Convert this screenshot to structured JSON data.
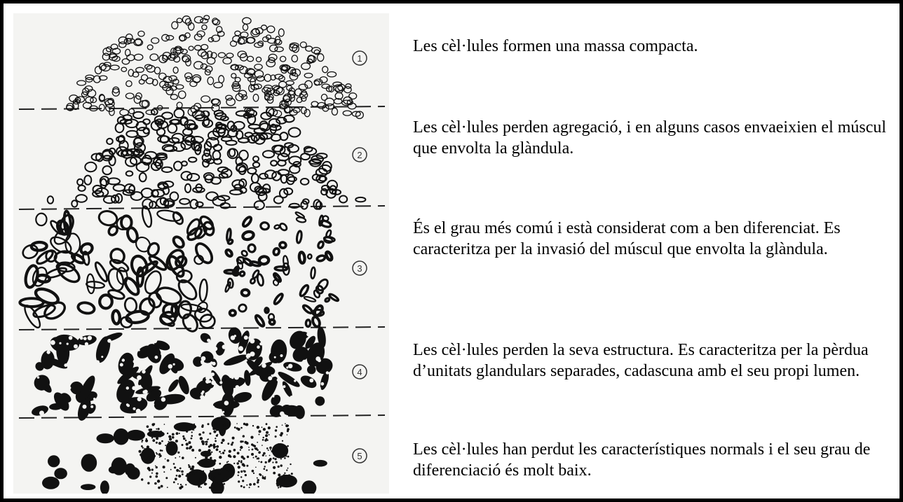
{
  "grades": [
    {
      "marker": "1",
      "text": "Les cèl·lules formen una massa compacta."
    },
    {
      "marker": "2",
      "text": "Les cèl·lules perden agregació, i en alguns casos envaeixien el múscul que envolta la glàndula."
    },
    {
      "marker": "3",
      "text": "És el grau més comú i està considerat com a ben diferenciat. Es caracteritza per la invasió del múscul que envolta la glàndula."
    },
    {
      "marker": "4",
      "text": "Les cèl·lules perden la seva estructura. Es caracteritza per la pèrdua d’unitats glandulars separades, cadascuna amb el seu propi lumen."
    },
    {
      "marker": "5",
      "text": "Les cèl·lules han perdut les característiques normals i el seu grau de diferenciació és molt baix."
    }
  ],
  "colors": {
    "border": "#000000",
    "ink": "#111111",
    "paper": "#f4f4f2"
  }
}
